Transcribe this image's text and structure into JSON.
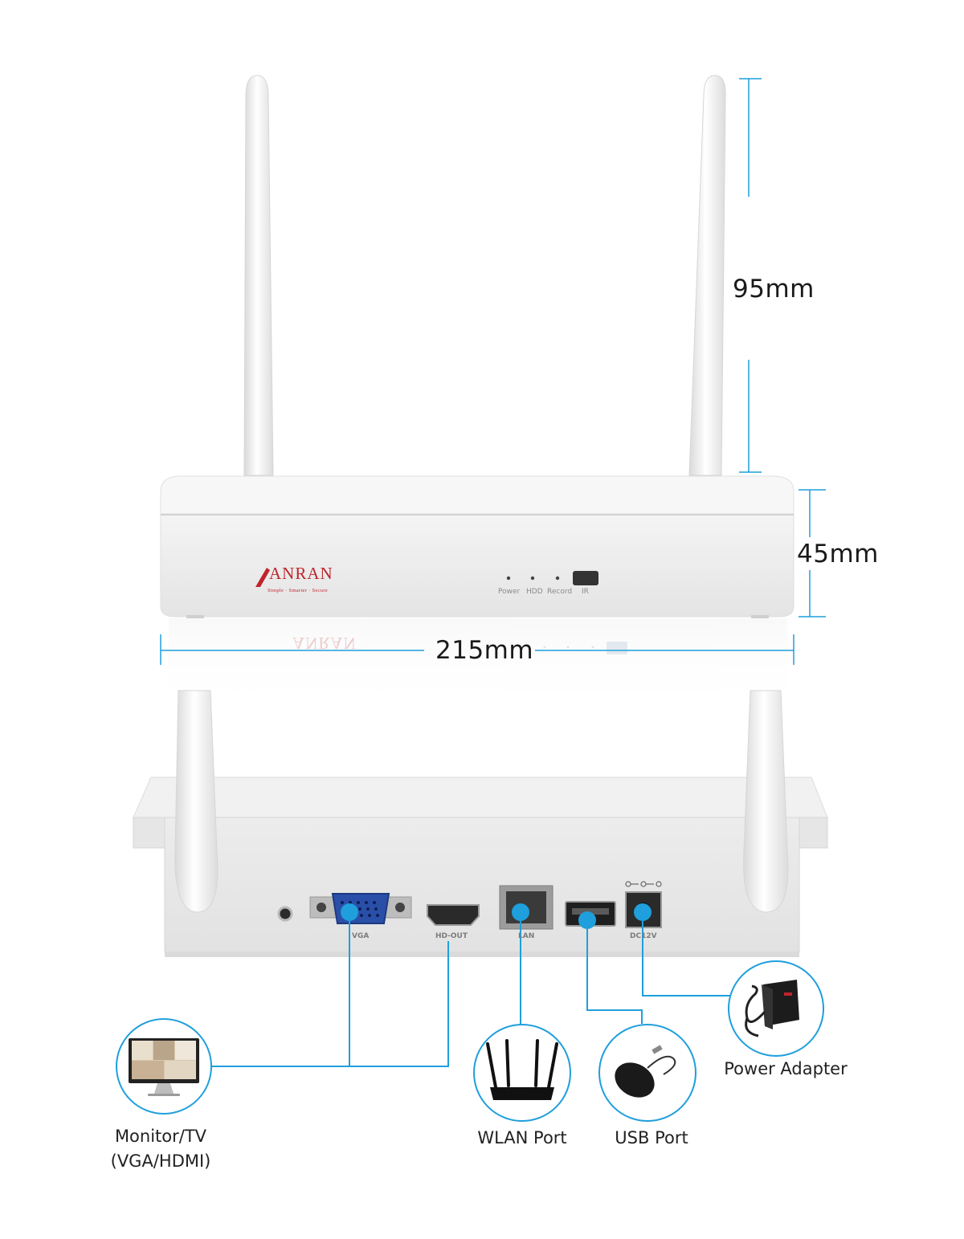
{
  "brand": {
    "name": "ANRAN",
    "tagline": "Simple · Smarter · Secure"
  },
  "front_panel": {
    "indicators": [
      "Power",
      "HDD",
      "Record",
      "IR"
    ]
  },
  "rear_panel": {
    "port_labels": [
      "VGA",
      "HD-OUT",
      "LAN",
      "DC12V"
    ]
  },
  "dimensions": {
    "antenna_height": "95mm",
    "body_height": "45mm",
    "width": "215mm"
  },
  "connections": {
    "monitor": "Monitor/TV\n(VGA/HDMI)",
    "wlan": "WLAN Port",
    "usb": "USB Port",
    "power": "Power Adapter"
  },
  "colors": {
    "accent": "#1f9fdc",
    "brand": "#c0242a",
    "device": "#eeeeee"
  }
}
